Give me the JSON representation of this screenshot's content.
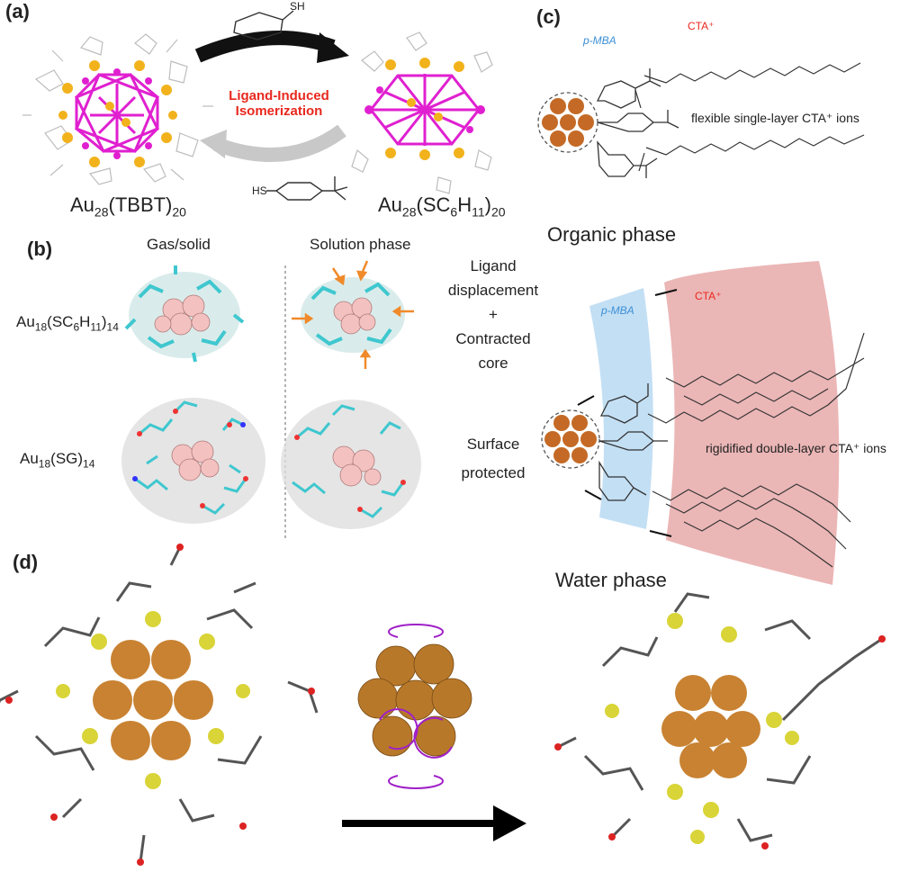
{
  "panels": {
    "a": {
      "label": "(a)",
      "left_formula": {
        "base": "Au",
        "s1": "28",
        "mid": "(TBBT)",
        "s2": "20"
      },
      "right_formula": {
        "base": "Au",
        "s1": "28",
        "mid": "(SC",
        "s2": "6",
        "mid2": "H",
        "s3": "11",
        "mid3": ")",
        "s4": "20"
      },
      "arrow_label_line1": "Ligand-Induced",
      "arrow_label_line2": "Isomerization",
      "top_reagent": "SH",
      "bottom_reagent": "HS"
    },
    "b": {
      "label": "(b)",
      "col1": "Gas/solid",
      "col2": "Solution phase",
      "row1_formula": {
        "base": "Au",
        "s1": "18",
        "mid": "(SC",
        "s2": "6",
        "mid2": "H",
        "s3": "11",
        "mid3": ")",
        "s4": "14"
      },
      "row2_formula": {
        "base": "Au",
        "s1": "18",
        "mid": "(SG)",
        "s2": "14"
      },
      "row1_note": [
        "Ligand",
        "displacement",
        "+",
        "Contracted",
        "core"
      ],
      "row2_note": [
        "Surface",
        "protected"
      ]
    },
    "c": {
      "label": "(c)",
      "pmba": "p-MBA",
      "cta": "CTA⁺",
      "single_layer": "flexible single-layer CTA⁺ ions",
      "double_layer": "rigidified double-layer CTA⁺ ions",
      "organic": "Organic phase",
      "water": "Water phase"
    },
    "d": {
      "label": "(d)"
    }
  },
  "colors": {
    "gold_atom": "#c97c2a",
    "sulfur": "#e8d92e",
    "pink_bond": "#e020d0",
    "cta_band": "#e7a9a9",
    "pmba_band": "#bcdcf3",
    "red_text": "#e8281e",
    "blue_text": "#3b8fd6"
  }
}
